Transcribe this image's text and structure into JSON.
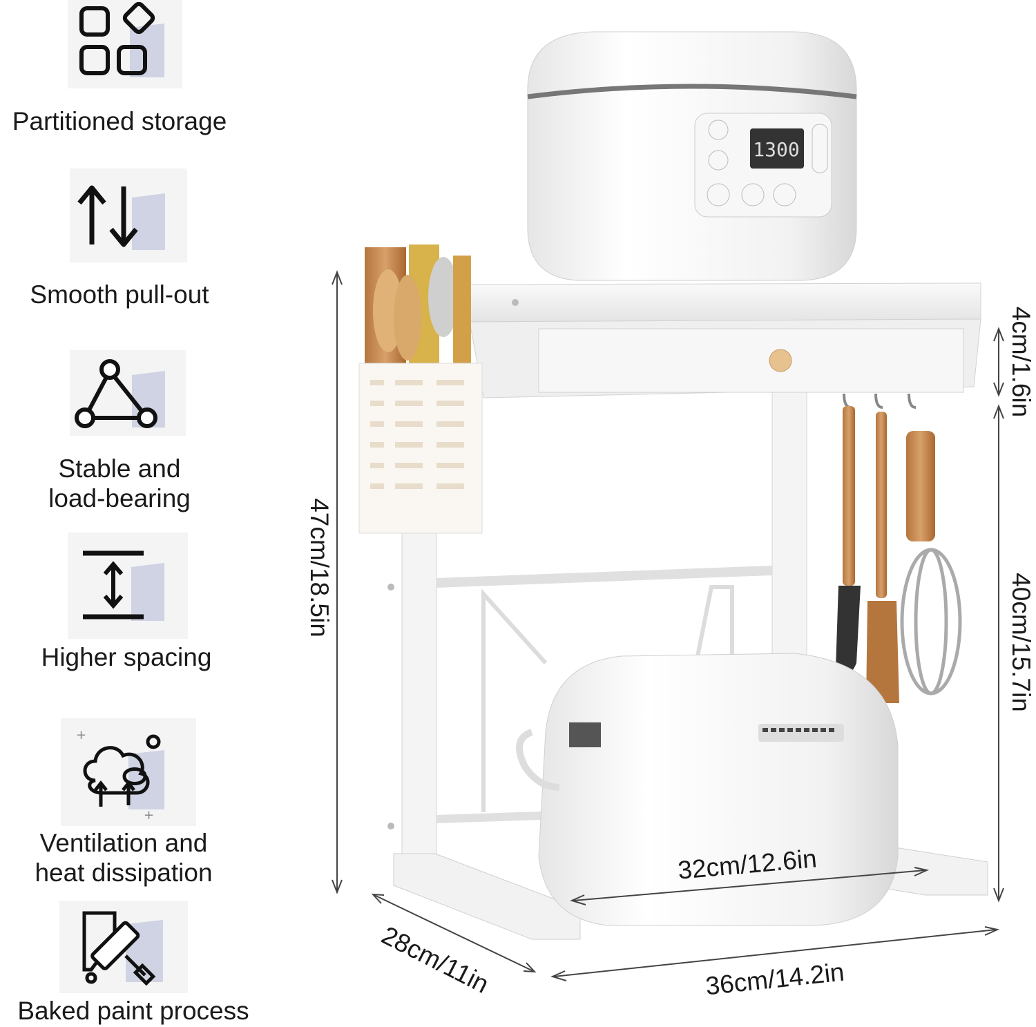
{
  "features": [
    {
      "icon": "grid-icon",
      "label": "Partitioned storage"
    },
    {
      "icon": "up-down-arrows-icon",
      "label": "Smooth pull-out"
    },
    {
      "icon": "triangle-nodes-icon",
      "label": "Stable and\nload-bearing"
    },
    {
      "icon": "height-spacing-icon",
      "label": "Higher spacing"
    },
    {
      "icon": "ventilation-icon",
      "label": "Ventilation and\nheat dissipation"
    },
    {
      "icon": "paint-roller-icon",
      "label": "Baked paint process"
    }
  ],
  "dimensions": {
    "total_height": "47cm/18.5in",
    "drawer_height": "4cm/1.6in",
    "lower_height": "40cm/15.7in",
    "inner_width": "32cm/12.6in",
    "depth": "28cm/11in",
    "width": "36cm/14.2in"
  },
  "display": {
    "top_cooker": "1300"
  }
}
